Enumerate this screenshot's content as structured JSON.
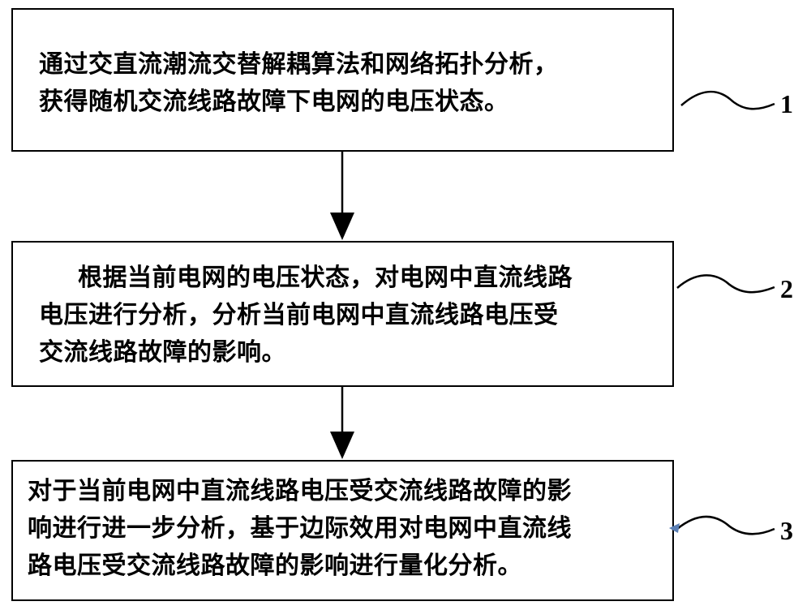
{
  "steps": [
    {
      "number": "1",
      "lines": [
        "通过交直流潮流交替解耦算法和网络拓扑分析，",
        "获得随机交流线路故障下电网的电压状态。"
      ]
    },
    {
      "number": "2",
      "lines": [
        "根据当前电网的电压状态，对电网中直流线路",
        "电压进行分析，分析当前电网中直流线路电压受",
        "交流线路故障的影响。"
      ]
    },
    {
      "number": "3",
      "lines": [
        "对于当前电网中直流线路电压受交流线路故障的影",
        "响进行进一步分析，基于边际效用对电网中直流线",
        "路电压受交流线路故障的影响进行量化分析。"
      ]
    }
  ],
  "colors": {
    "stroke": "#000000",
    "background": "#ffffff",
    "leader_tip": "#5a7fb5"
  }
}
